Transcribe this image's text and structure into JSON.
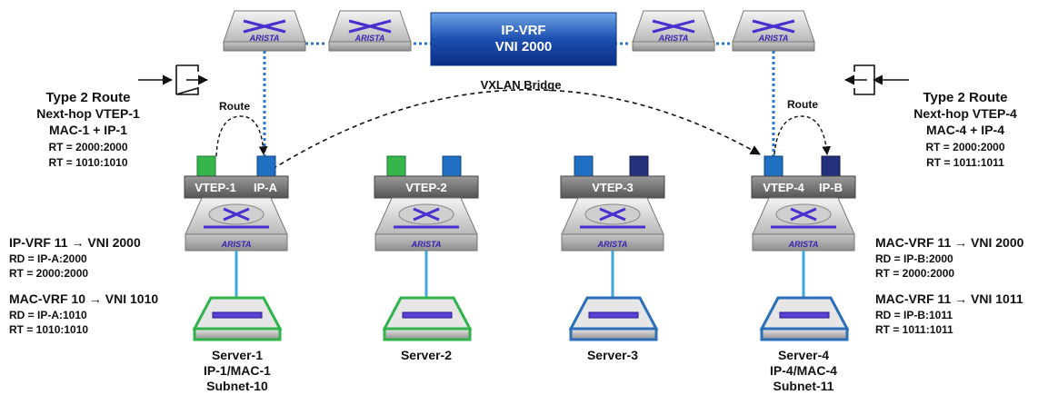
{
  "colors": {
    "arista_purple": "#4a2fd0",
    "vtep_green": "#35b54a",
    "vtep_blue": "#1f6fc2",
    "vtep_navy": "#25307a",
    "dotted_blue": "#2a77c9",
    "server_green": "#2fb34a",
    "server_blue": "#2a6fb8"
  },
  "brand": "ARISTA",
  "ipvrf_box": {
    "line1": "IP-VRF",
    "line2": "VNI 2000",
    "bridge": "VXLAN Bridge"
  },
  "left_route": {
    "title": "Type 2 Route",
    "nexthop": "Next-hop VTEP-1",
    "macip": "MAC-1 + IP-1",
    "rt1": "RT = 2000:2000",
    "rt2": "RT = 1010:1010",
    "route_label": "Route"
  },
  "right_route": {
    "title": "Type 2 Route",
    "nexthop": "Next-hop VTEP-4",
    "macip": "MAC-4 + IP-4",
    "rt1": "RT = 2000:2000",
    "rt2": "RT = 1011:1011",
    "route_label": "Route"
  },
  "left_config": {
    "ipvrf_title": "IP-VRF 11",
    "ipvrf_vni": "VNI 2000",
    "ipvrf_rd": "RD = IP-A:2000",
    "ipvrf_rt": "RT = 2000:2000",
    "macvrf_title": "MAC-VRF 10",
    "macvrf_vni": "VNI 1010",
    "macvrf_rd": "RD = IP-A:1010",
    "macvrf_rt": "RT = 1010:1010"
  },
  "right_config": {
    "macvrf1_title": "MAC-VRF 11",
    "macvrf1_vni": "VNI 2000",
    "macvrf1_rd": "RD = IP-B:2000",
    "macvrf1_rt": "RT = 2000:2000",
    "macvrf2_title": "MAC-VRF 11",
    "macvrf2_vni": "VNI 1011",
    "macvrf2_rd": "RD = IP-B:1011",
    "macvrf2_rt": "RT = 1011:1011"
  },
  "vteps": [
    {
      "label": "VTEP-1",
      "extra": "IP-A"
    },
    {
      "label": "VTEP-2",
      "extra": ""
    },
    {
      "label": "VTEP-3",
      "extra": ""
    },
    {
      "label": "VTEP-4",
      "extra": "IP-B"
    }
  ],
  "servers": [
    {
      "name": "Server-1",
      "line2": "IP-1/MAC-1",
      "line3": "Subnet-10"
    },
    {
      "name": "Server-2",
      "line2": "",
      "line3": ""
    },
    {
      "name": "Server-3",
      "line2": "",
      "line3": ""
    },
    {
      "name": "Server-4",
      "line2": "IP-4/MAC-4",
      "line3": "Subnet-11"
    }
  ]
}
